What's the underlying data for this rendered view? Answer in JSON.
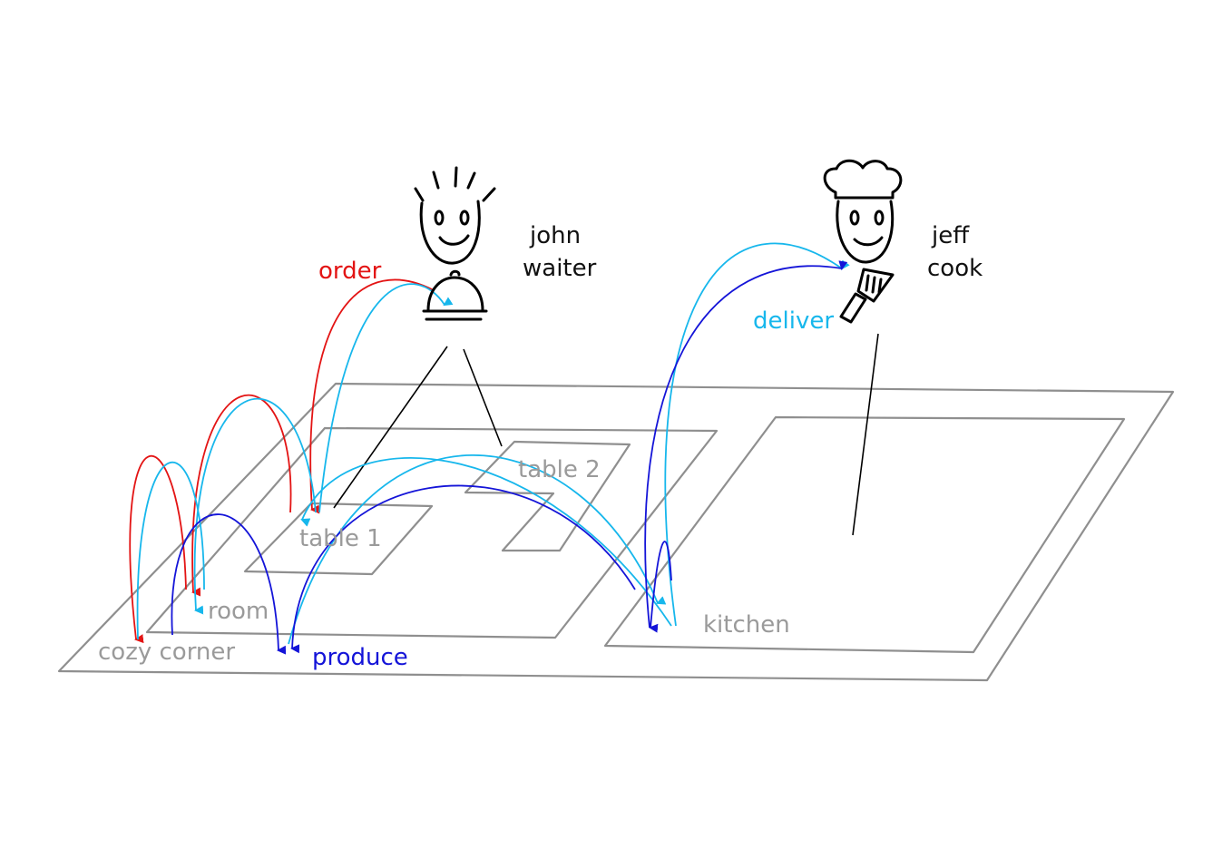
{
  "labels": {
    "cozy_corner": "cozy corner",
    "room": "room",
    "table1": "table 1",
    "table2": "table 2",
    "kitchen": "kitchen",
    "john_name": "john",
    "john_role": "waiter",
    "jeff_name": "jeff",
    "jeff_role": "cook",
    "order": "order",
    "deliver": "deliver",
    "produce": "produce"
  },
  "colors": {
    "order": "#e31414",
    "deliver": "#17b7ec",
    "produce": "#1414d8",
    "outline": "#8f8f8f",
    "figure": "#000000"
  },
  "icons": {
    "waiter": "waiter-face-icon",
    "cloche": "serving-cloche-icon",
    "cook": "chef-face-icon",
    "spatula": "spatula-icon"
  }
}
